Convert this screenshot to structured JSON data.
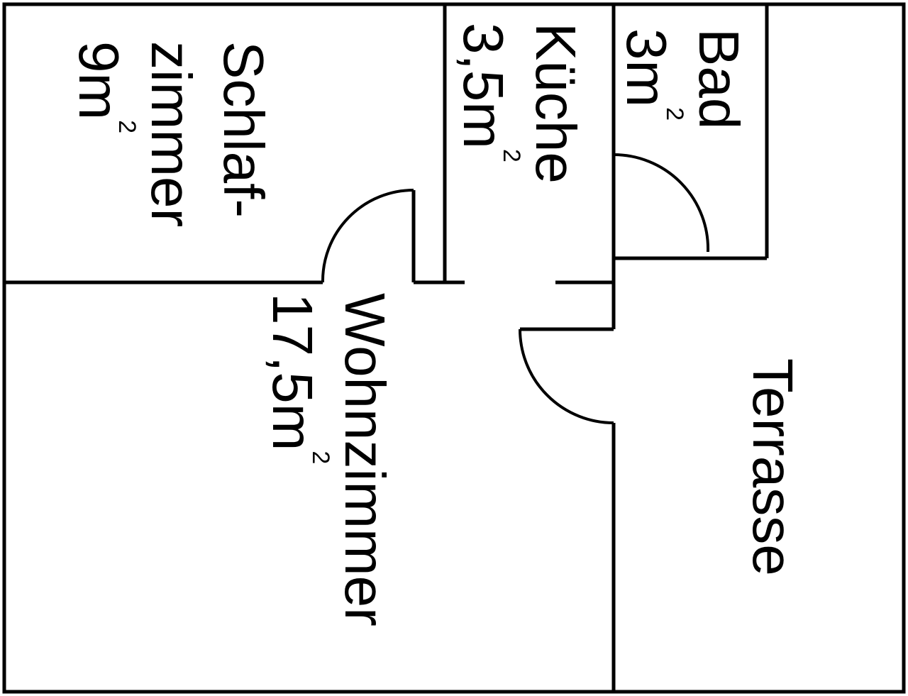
{
  "plan": {
    "rooms": [
      {
        "id": "schlafzimmer",
        "lines": [
          {
            "text": "Schlaf-"
          },
          {
            "text": "zimmer"
          },
          {
            "text": "9m",
            "sup": "2"
          }
        ]
      },
      {
        "id": "kueche",
        "lines": [
          {
            "text": "Küche"
          },
          {
            "text": "3,5m",
            "sup": "2"
          }
        ]
      },
      {
        "id": "bad",
        "lines": [
          {
            "text": "Bad"
          },
          {
            "text": "3m",
            "sup": "2"
          }
        ]
      },
      {
        "id": "wohnzimmer",
        "lines": [
          {
            "text": "Wohnzimmer"
          },
          {
            "text": "17,5m",
            "sup": "2"
          }
        ]
      },
      {
        "id": "terrasse",
        "lines": [
          {
            "text": "Terrasse"
          }
        ]
      }
    ]
  }
}
